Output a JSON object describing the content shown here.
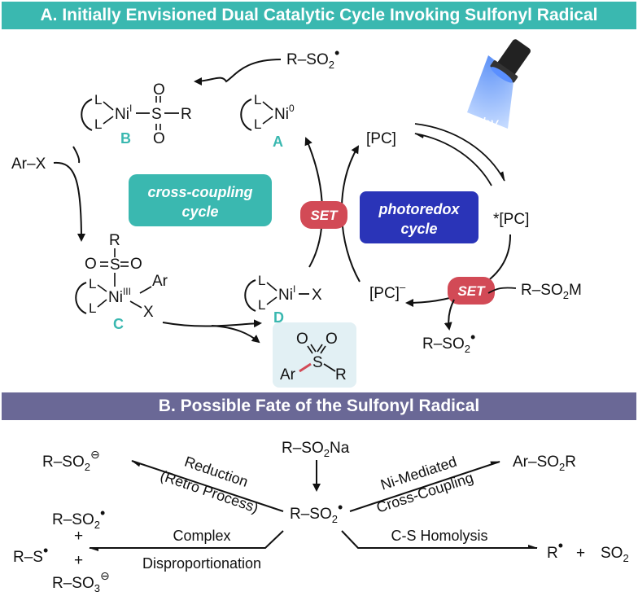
{
  "section_a": {
    "title": "A. Initially Envisioned Dual Catalytic Cycle Invoking Sulfonyl Radical"
  },
  "section_b": {
    "title": "B. Possible Fate of the Sulfonyl Radical"
  },
  "labels": {
    "A": "A",
    "B": "B",
    "C": "C",
    "D": "D"
  },
  "cycles": {
    "cross_coupling": [
      "cross-coupling",
      "cycle"
    ],
    "photoredox": [
      "photoredox",
      "cycle"
    ],
    "set": "SET",
    "hv": "hv"
  },
  "species": {
    "pc": "[PC]",
    "pc_star": "*[PC]",
    "pc_minus": "[PC]",
    "ar_x": "Ar–X",
    "r_so2m": "R–SO",
    "r_so2m_tail": "M",
    "radical": "R–SO"
  },
  "fate": {
    "start": "R–SO",
    "start_tail": "Na",
    "reduction": [
      "Reduction",
      "(Retro Process)"
    ],
    "ni_mediated": [
      "Ni-Mediated",
      "Cross-Coupling"
    ],
    "complex": [
      "Complex",
      "Disproportionation"
    ],
    "homolysis": "C-S Homolysis",
    "product_anion": "R–SO",
    "product_coupling": "Ar–SO",
    "product_coupling_tail": "R",
    "so2": "SO",
    "plus": "+"
  },
  "colors": {
    "teal": "#3ab8b0",
    "navy": "#2a34b8",
    "set_red": "#d24a56",
    "banner_b": "#6a6896",
    "product_box": "#e2f0f4"
  }
}
